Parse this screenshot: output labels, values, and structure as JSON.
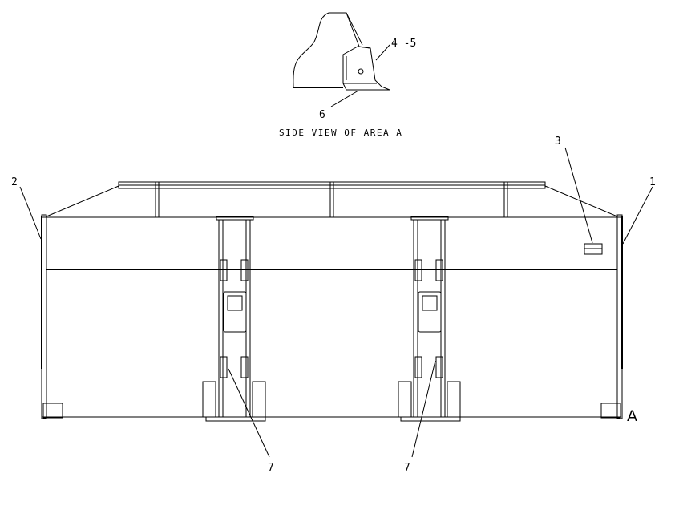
{
  "diagram": {
    "side_view_caption": "SIDE VIEW OF AREA A",
    "callouts": {
      "c1": "1",
      "c2": "2",
      "c3": "3",
      "c45": "4 -5",
      "c6": "6",
      "c7_left": "7",
      "c7_right": "7"
    },
    "area_marker": "A"
  }
}
